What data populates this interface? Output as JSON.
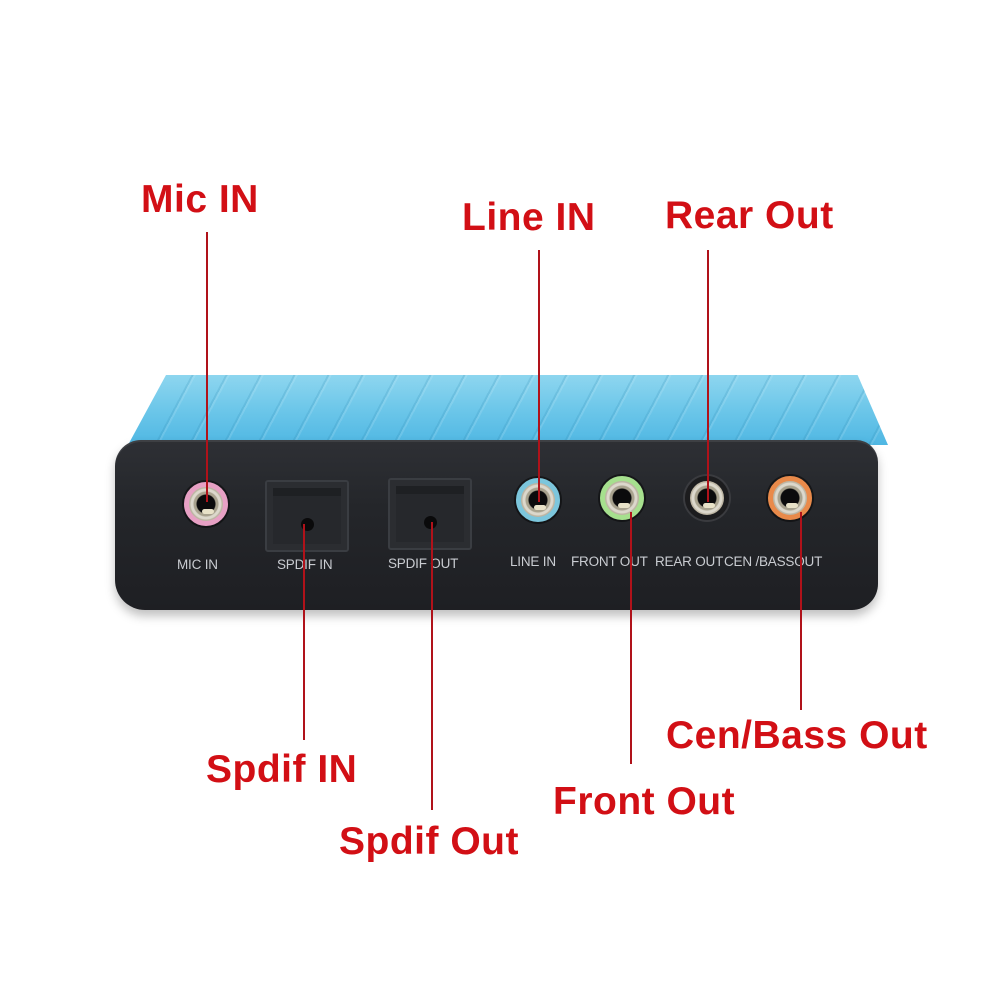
{
  "image": {
    "subject": "USB 5.1 channel external sound card (blue body, black front panel)",
    "background_color": "#ffffff",
    "body_color": "#5bbfe6",
    "panel_color": "#232428",
    "callout_color": "#d20f15"
  },
  "callouts": [
    {
      "label": "Mic IN",
      "position": "top"
    },
    {
      "label": "Line IN",
      "position": "top"
    },
    {
      "label": "Rear Out",
      "position": "top"
    },
    {
      "label": "Spdif IN",
      "position": "bottom"
    },
    {
      "label": "Spdif Out",
      "position": "bottom"
    },
    {
      "label": "Front Out",
      "position": "bottom"
    },
    {
      "label": "Cen/Bass Out",
      "position": "bottom"
    }
  ],
  "ports": [
    {
      "label": "MIC IN",
      "type": "3.5mm jack",
      "ring_color": "#e7a0c4"
    },
    {
      "label": "SPDIF IN",
      "type": "optical"
    },
    {
      "label": "SPDIF OUT",
      "type": "optical"
    },
    {
      "label": "LINE IN",
      "type": "3.5mm jack",
      "ring_color": "#7cc6dc"
    },
    {
      "label": "FRONT OUT",
      "type": "3.5mm jack",
      "ring_color": "#a6e08e"
    },
    {
      "label": "REAR OUT",
      "type": "3.5mm jack",
      "ring_color": "#1c1c1e"
    },
    {
      "label": "CEN /BASSOUT",
      "type": "3.5mm jack",
      "ring_color": "#e98a4a"
    }
  ]
}
